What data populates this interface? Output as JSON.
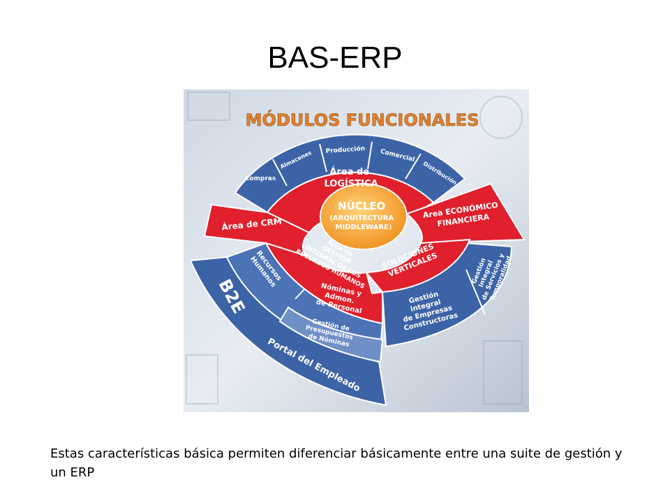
{
  "slide": {
    "title": "BAS-ERP",
    "caption": "Estas características básica permiten diferenciar básicamente entre una suite de gestión y un ERP"
  },
  "figure": {
    "heading": "MÓDULOS FUNCIONALES",
    "core": [
      "NÚCLEO",
      "(ARQUITECTURA",
      "MIDDLEWARE)"
    ],
    "areas": {
      "logistica": [
        "Área de",
        "LOGÍSTICA"
      ],
      "crm": [
        "Área de CRM"
      ],
      "economico": [
        "Area ECONÓMICO",
        "FINANCIERA"
      ],
      "rrhh": [
        "Área de",
        "GESTIÓN",
        "INTEGRAL DE LOS",
        "RECURSOS HUMANOS"
      ],
      "soluciones": [
        "SOLUCIONES",
        "VERTICALES"
      ]
    },
    "logistics_modules": [
      "Compras",
      "Almacenes",
      "Producción",
      "Comercial",
      "Distribución"
    ],
    "rrhh_modules": {
      "recursos": [
        "Recursos",
        "Humanos"
      ],
      "nominas": [
        "Nóminas y",
        "Admon.",
        "de Personal"
      ],
      "presupuestos": [
        "Gestión de",
        "Presupuestos",
        "de Nóminas"
      ]
    },
    "vertical_modules": {
      "constructoras": [
        "Gestión",
        "integral",
        "de Empresas",
        "Constructoras"
      ],
      "servicios": [
        "Gestión",
        "Integral",
        "de Servicios y",
        "Temporalidad"
      ]
    },
    "b2e": {
      "label": "B2E",
      "portal": "Portal del Empleado"
    },
    "colors": {
      "red": "#e0202c",
      "blue": "#3c63a6",
      "blue_light": "#6f8fc7",
      "core": "#f2a42a",
      "heading": "#e2812c"
    }
  }
}
